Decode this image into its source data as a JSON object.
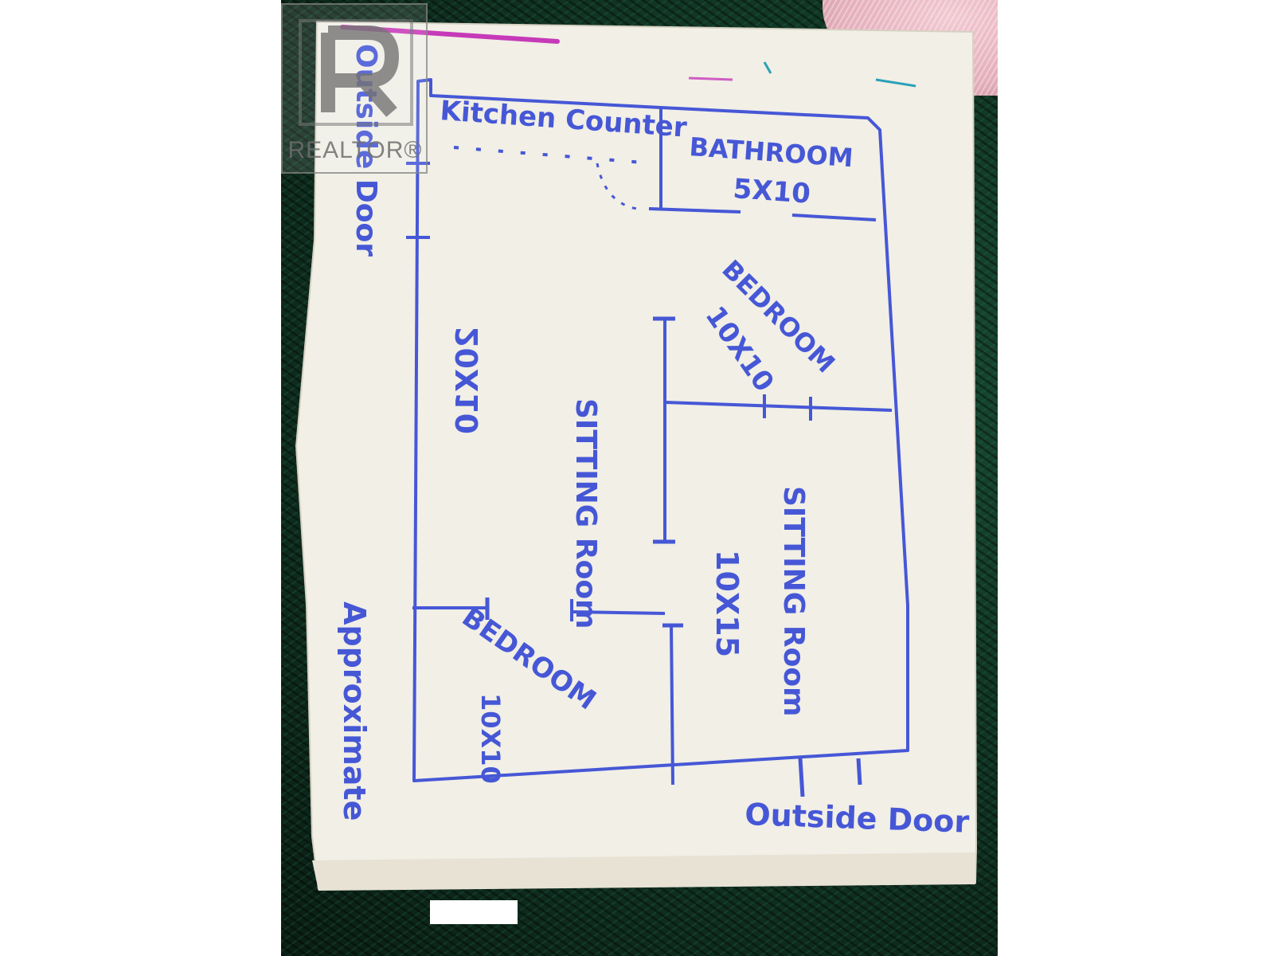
{
  "watermark": {
    "brand": "REALTOR®"
  },
  "floor_plan": {
    "rooms": [
      {
        "name": "Kitchen Counter",
        "size": ""
      },
      {
        "name": "BATHROOM",
        "size": "5X10"
      },
      {
        "name": "BEDROOM",
        "size": "10X10",
        "position": "upper-right"
      },
      {
        "name": "SITTING Room",
        "size": "20X10",
        "position": "left"
      },
      {
        "name": "SITTING Room",
        "size": "10X15",
        "position": "lower-right"
      },
      {
        "name": "BEDROOM",
        "size": "10X10",
        "position": "lower-left"
      }
    ],
    "notes": {
      "outside_door_left": "Outside Door",
      "outside_door_bottom": "Outside Door",
      "approximate": "Approximate"
    }
  },
  "colors": {
    "ink": "#4657d6",
    "paper": "#f1efe6",
    "fabric": "#123826",
    "fur": "#e4aebb"
  }
}
